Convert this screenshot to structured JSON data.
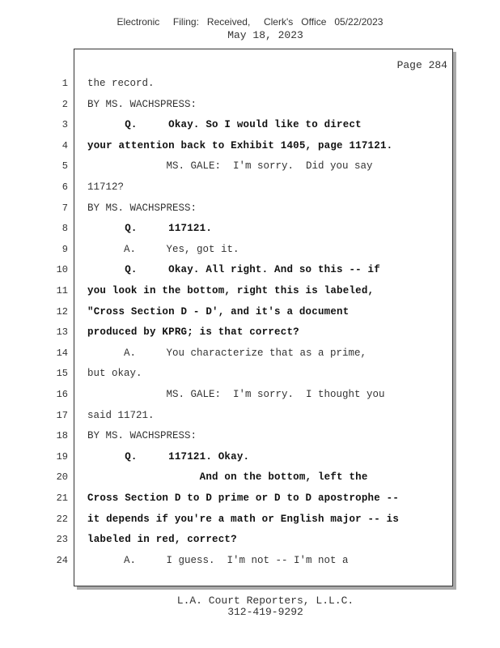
{
  "header": {
    "filing_stamp": "Electronic     Filing:   Received,     Clerk's   Office   05/22/2023",
    "date": "May 18, 2023"
  },
  "page": {
    "label": "Page 284"
  },
  "transcript": {
    "lines": [
      {
        "num": "1",
        "text": "the record.",
        "bold": false
      },
      {
        "num": "2",
        "text": "BY MS. WACHSPRESS:",
        "bold": false
      },
      {
        "num": "3",
        "text": "      Q.     Okay. So I would like to direct",
        "bold": true
      },
      {
        "num": "4",
        "text": "your attention back to Exhibit 1405, page 117121.",
        "bold": true
      },
      {
        "num": "5",
        "text": "             MS. GALE:  I'm sorry.  Did you say",
        "bold": false
      },
      {
        "num": "6",
        "text": "11712?",
        "bold": false
      },
      {
        "num": "7",
        "text": "BY MS. WACHSPRESS:",
        "bold": false
      },
      {
        "num": "8",
        "text": "      Q.     117121.",
        "bold": true
      },
      {
        "num": "9",
        "text": "      A.     Yes, got it.",
        "bold": false
      },
      {
        "num": "10",
        "text": "      Q.     Okay. All right. And so this -- if",
        "bold": true
      },
      {
        "num": "11",
        "text": "you look in the bottom, right this is labeled,",
        "bold": true
      },
      {
        "num": "12",
        "text": "\"Cross Section D - D', and it's a document",
        "bold": true
      },
      {
        "num": "13",
        "text": "produced by KPRG; is that correct?",
        "bold": true
      },
      {
        "num": "14",
        "text": "      A.     You characterize that as a prime,",
        "bold": false
      },
      {
        "num": "15",
        "text": "but okay.",
        "bold": false
      },
      {
        "num": "16",
        "text": "             MS. GALE:  I'm sorry.  I thought you",
        "bold": false
      },
      {
        "num": "17",
        "text": "said 11721.",
        "bold": false
      },
      {
        "num": "18",
        "text": "BY MS. WACHSPRESS:",
        "bold": false
      },
      {
        "num": "19",
        "text": "      Q.     117121. Okay.",
        "bold": true
      },
      {
        "num": "20",
        "text": "                  And on the bottom, left the",
        "bold": true
      },
      {
        "num": "21",
        "text": "Cross Section D to D prime or D to D apostrophe --",
        "bold": true
      },
      {
        "num": "22",
        "text": "it depends if you're a math or English major -- is",
        "bold": true
      },
      {
        "num": "23",
        "text": "labeled in red, correct?",
        "bold": true
      },
      {
        "num": "24",
        "text": "      A.     I guess.  I'm not -- I'm not a",
        "bold": false
      }
    ]
  },
  "footer": {
    "company": "L.A. Court Reporters, L.L.C.",
    "phone": "312-419-9292"
  }
}
